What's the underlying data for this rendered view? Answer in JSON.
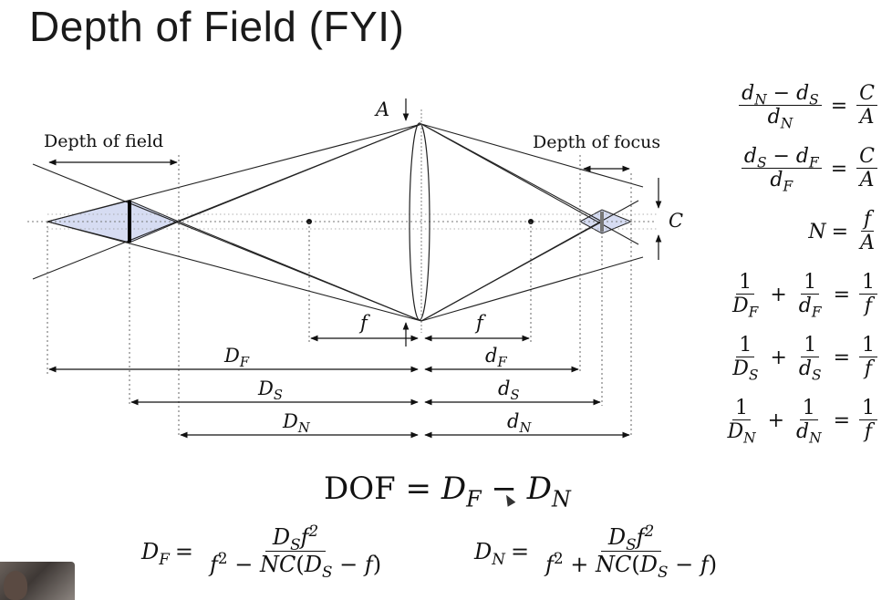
{
  "slide": {
    "title": "Depth of Field (FYI)"
  },
  "diagram": {
    "label_depth_of_field": "Depth of field",
    "label_depth_of_focus": "Depth of focus",
    "label_A": "A",
    "label_C": "C",
    "label_f": "f",
    "label_DF": "D_F",
    "label_DS": "D_S",
    "label_DN": "D_N",
    "label_dF": "d_F",
    "label_dS": "d_S",
    "label_dN": "d_N",
    "colors": {
      "cone_fill": "#d6dcf2",
      "line": "#222222"
    }
  },
  "equations": {
    "eq1": "(d_N − d_S)/d_N = C/A",
    "eq2": "(d_S − d_F)/d_F = C/A",
    "eq3": "N = f/A",
    "eq4": "1/D_F + 1/d_F = 1/f",
    "eq5": "1/D_S + 1/d_S = 1/f",
    "eq6": "1/D_N + 1/d_N = 1/f",
    "dof": "DOF = D_F − D_N",
    "DF_formula": "D_F = D_S f² / (f² − NC(D_S − f))",
    "DN_formula": "D_N = D_S f² / (f² + NC(D_S − f))"
  }
}
